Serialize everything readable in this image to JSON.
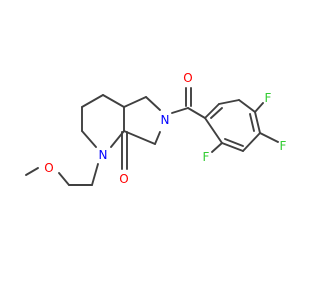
{
  "molecule": {
    "colors": {
      "bond": "#404040",
      "N": "#0000ff",
      "O": "#ff0000",
      "F": "#33cc33",
      "background": "#ffffff"
    },
    "atoms": [
      {
        "id": "O_ether",
        "label": "O",
        "element": "O"
      },
      {
        "id": "N_lactam",
        "label": "N",
        "element": "N"
      },
      {
        "id": "O_lactam",
        "label": "O",
        "element": "O"
      },
      {
        "id": "N_pyrrolidine",
        "label": "N",
        "element": "N"
      },
      {
        "id": "O_carbonyl",
        "label": "O",
        "element": "O"
      },
      {
        "id": "F_ortho",
        "label": "F",
        "element": "F"
      },
      {
        "id": "F_para",
        "label": "F",
        "element": "F"
      },
      {
        "id": "F_meta",
        "label": "F",
        "element": "F"
      }
    ]
  }
}
